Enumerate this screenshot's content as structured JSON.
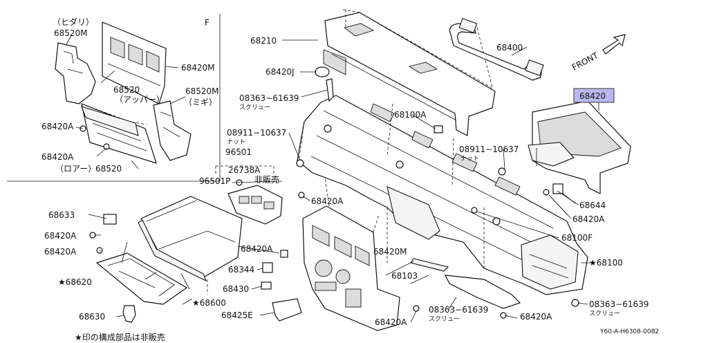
{
  "panel_letter": "F",
  "front_label": "FRONT",
  "labels": {
    "hidari": "（ヒダリ）",
    "p68520M_a": "68520M",
    "p68420M_a": "68420M",
    "p68520_up": "68520",
    "appa": "（アッパー）",
    "p68520M_b": "68520M",
    "migi": "（ミギ）",
    "p68420A_a": "68420A",
    "p68420A_b": "68420A",
    "roa": "（ロアー）",
    "p68520_low": "68520",
    "p68210": "68210",
    "p68400": "68400",
    "p68420J": "68420J",
    "p68420": "68420",
    "p08363_a": "08363−61639",
    "screw_a": "スクリュー",
    "p68100A": "68100A",
    "p08911_a": "08911−10637",
    "nut_a": "ナット",
    "p96501": "96501",
    "p26738A": "26738A",
    "p96501P": "96501P",
    "hihanbai": "非販売",
    "p08911_b": "08911−10637",
    "nut_b": "ナット",
    "p68420A_c": "68420A",
    "p68644": "68644",
    "p68420A_d": "68420A",
    "p68633": "68633",
    "p68420A_e": "68420A",
    "p68420A_f": "68420A",
    "p68420M_b": "68420M",
    "p68100F": "68100F",
    "p68420A_g": "68420A",
    "p68100": "★68100",
    "p68620": "★68620",
    "p68344": "68344",
    "p68103": "68103",
    "p68430": "68430",
    "p68600": "★68600",
    "p08363_b": "08363−61639",
    "screw_b": "スクリュー",
    "p08363_c": "08363−61639",
    "screw_c": "スクリュー",
    "p68630": "68630",
    "p68425E": "68425E",
    "p68420A_h": "68420A",
    "p68420A_i": "68420A"
  },
  "footnote": "★印の構成部品は非販売",
  "diagram_code": "Y60-A-H6308-0082",
  "colors": {
    "highlight": "#b8b8f0",
    "ink": "#111111"
  }
}
